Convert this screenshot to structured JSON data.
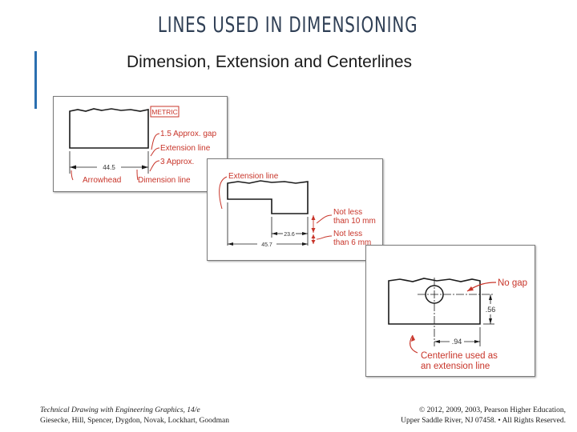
{
  "slide": {
    "title": "LINES USED IN DIMENSIONING",
    "subtitle": "Dimension, Extension and Centerlines"
  },
  "figure1": {
    "metric_badge": "METRIC",
    "label_gap": "1.5 Approx. gap",
    "label_extension": "Extension line",
    "label_approx": "3 Approx.",
    "dimension_value": "44.5",
    "label_arrowhead": "Arrowhead",
    "label_dimension": "Dimension line"
  },
  "figure2": {
    "label_extension": "Extension line",
    "label_not_less_10_line1": "Not less",
    "label_not_less_10_line2": "than 10 mm",
    "label_not_less_6_line1": "Not less",
    "label_not_less_6_line2": "than 6 mm",
    "dimension_inner": "23.6",
    "dimension_outer": "45.7"
  },
  "figure3": {
    "label_no_gap": "No gap",
    "dimension_vertical": ".56",
    "dimension_horizontal": ".94",
    "label_centerline_line1": "Centerline used as",
    "label_centerline_line2": "an extension line"
  },
  "footer": {
    "left_line1": "Technical Drawing with Engineering Graphics, 14/e",
    "left_line2": "Giesecke, Hill, Spencer, Dygdon, Novak, Lockhart, Goodman",
    "right_line1": "© 2012, 2009, 2003, Pearson Higher Education,",
    "right_line2": "Upper Saddle River, NJ 07458. • All Rights Reserved."
  }
}
